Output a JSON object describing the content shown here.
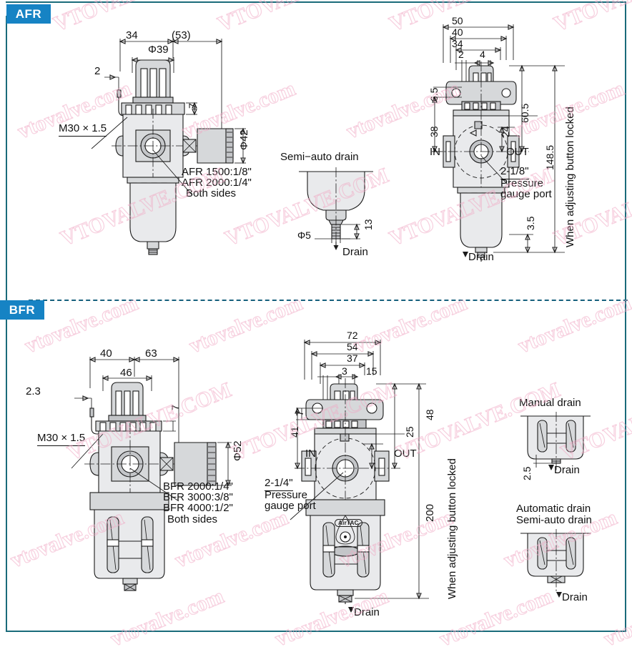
{
  "page": {
    "title": "AFR / BFR air filter regulator dimensional drawings",
    "watermark_text": "vtovalve.com",
    "watermark_text_upper": "VTOVALVE.COM",
    "accent_color": "#1683c4",
    "frame_color": "#1a6b7a",
    "watermark_color": "#f1a9c5"
  },
  "sections": [
    {
      "id": "afr",
      "badge": "AFR"
    },
    {
      "id": "bfr",
      "badge": "BFR"
    }
  ],
  "afr": {
    "front_view": {
      "dims": [
        "34",
        "(53)",
        "Φ39",
        "2",
        "7",
        "Φ42"
      ],
      "thread_note": "M30 × 1.5",
      "port_notes": [
        "AFR 1500:1/8\"",
        "AFR 2000:1/4\""
      ],
      "both_sides": "Both sides"
    },
    "drain_detail": {
      "title": "Semi−auto drain",
      "dims": [
        "Φ5",
        "13"
      ],
      "drain_label": "Drain"
    },
    "side_view": {
      "dims_top": [
        "50",
        "40",
        "34",
        "2",
        "4"
      ],
      "dims_left": [
        "6.5",
        "38"
      ],
      "dims_right": [
        "60.5",
        "24",
        "148.5",
        "3.5"
      ],
      "ports": {
        "in": "IN",
        "out": "OUT"
      },
      "gauge_note_size": "2-1/8\"",
      "gauge_note_line1": "Pressure",
      "gauge_note_line2": "gauge port",
      "locked_note": "When adjusting button locked",
      "drain_label": "Drain"
    }
  },
  "bfr": {
    "front_view": {
      "dims": [
        "40",
        "63",
        "46",
        "2.3",
        "7",
        "Φ52"
      ],
      "thread_note": "M30 × 1.5",
      "port_notes": [
        "BFR 2000:1/4\"",
        "BFR 3000:3/8\"",
        "BFR 4000:1/2\""
      ],
      "both_sides": "Both sides"
    },
    "side_view": {
      "dims_top": [
        "72",
        "54",
        "37",
        "3",
        "15"
      ],
      "dims_left": [
        "7",
        "41"
      ],
      "dims_right": [
        "48",
        "25",
        "200"
      ],
      "ports": {
        "in": "IN",
        "out": "OUT"
      },
      "gauge_note_size": "2-1/4\"",
      "gauge_note_line1": "Pressure",
      "gauge_note_line2": "gauge port",
      "locked_note": "When adjusting button locked",
      "drain_label": "Drain",
      "brand_logo": "AirTAC"
    },
    "drain_details": [
      {
        "title": "Manual drain",
        "dim": "2.5",
        "drain_label": "Drain"
      },
      {
        "title_line1": "Automatic drain",
        "title_line2": "Semi-auto drain",
        "drain_label": "Drain"
      }
    ]
  }
}
